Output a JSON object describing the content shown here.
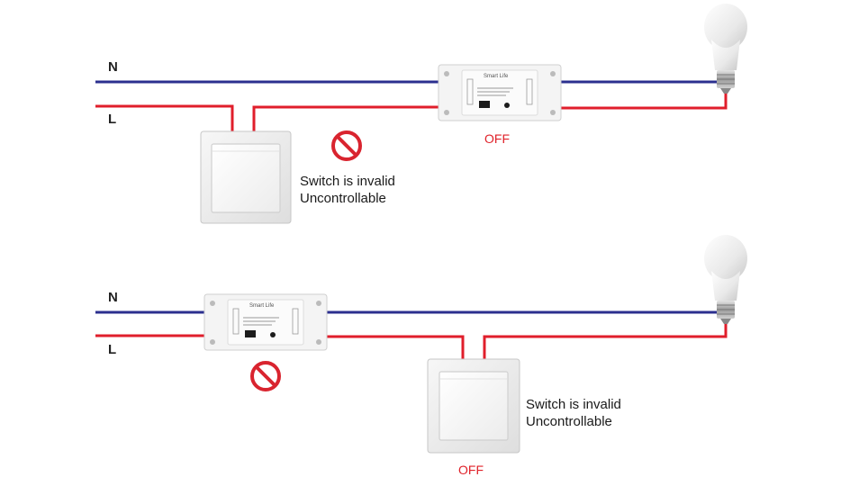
{
  "colors": {
    "neutral_wire": "#2b2f8f",
    "live_wire": "#e01e2b",
    "warning": "#d9242f",
    "state_text": "#e0222a"
  },
  "diagram_top": {
    "neutral_label": "N",
    "live_label": "L",
    "note_line1": "Switch is invalid",
    "note_line2": "Uncontrollable",
    "state": "OFF",
    "module_brand": "Smart Life",
    "icons": [
      "wall-switch-icon",
      "smart-switch-module-icon",
      "prohibited-icon",
      "light-bulb-icon"
    ]
  },
  "diagram_bottom": {
    "neutral_label": "N",
    "live_label": "L",
    "note_line1": "Switch is invalid",
    "note_line2": "Uncontrollable",
    "state": "OFF",
    "module_brand": "Smart Life",
    "icons": [
      "wall-switch-icon",
      "smart-switch-module-icon",
      "prohibited-icon",
      "light-bulb-icon"
    ]
  }
}
